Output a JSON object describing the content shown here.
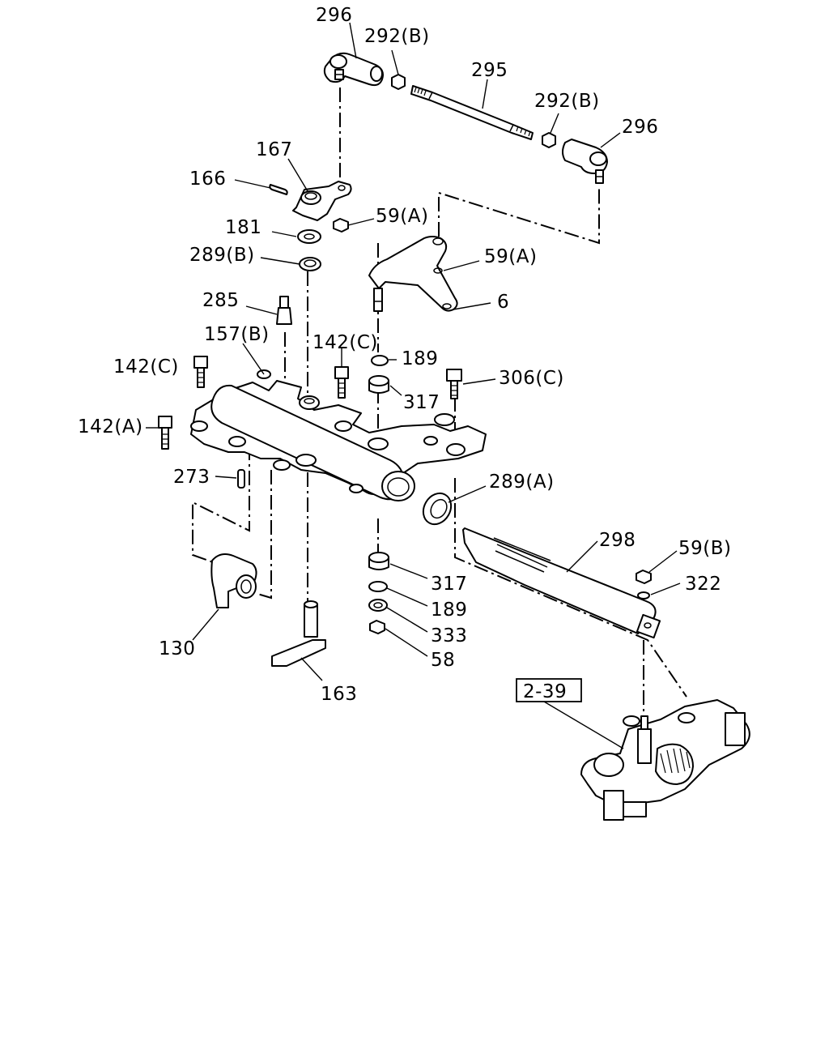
{
  "labels": {
    "l296a": "296",
    "l292ba": "292(B)",
    "l295": "295",
    "l292bb": "292(B)",
    "l296b": "296",
    "l167": "167",
    "l166": "166",
    "l181": "181",
    "l59a1": "59(A)",
    "l289b": "289(B)",
    "l59a2": "59(A)",
    "l285": "285",
    "l6": "6",
    "l157b": "157(B)",
    "l142c1": "142(C)",
    "l142c2": "142(C)",
    "l189a": "189",
    "l306c": "306(C)",
    "l317a": "317",
    "l142a": "142(A)",
    "l273": "273",
    "l289a": "289(A)",
    "l298": "298",
    "l59b": "59(B)",
    "l322": "322",
    "l317b": "317",
    "l189b": "189",
    "l333": "333",
    "l58": "58",
    "l130": "130",
    "l163": "163",
    "ref239": "2-39"
  }
}
